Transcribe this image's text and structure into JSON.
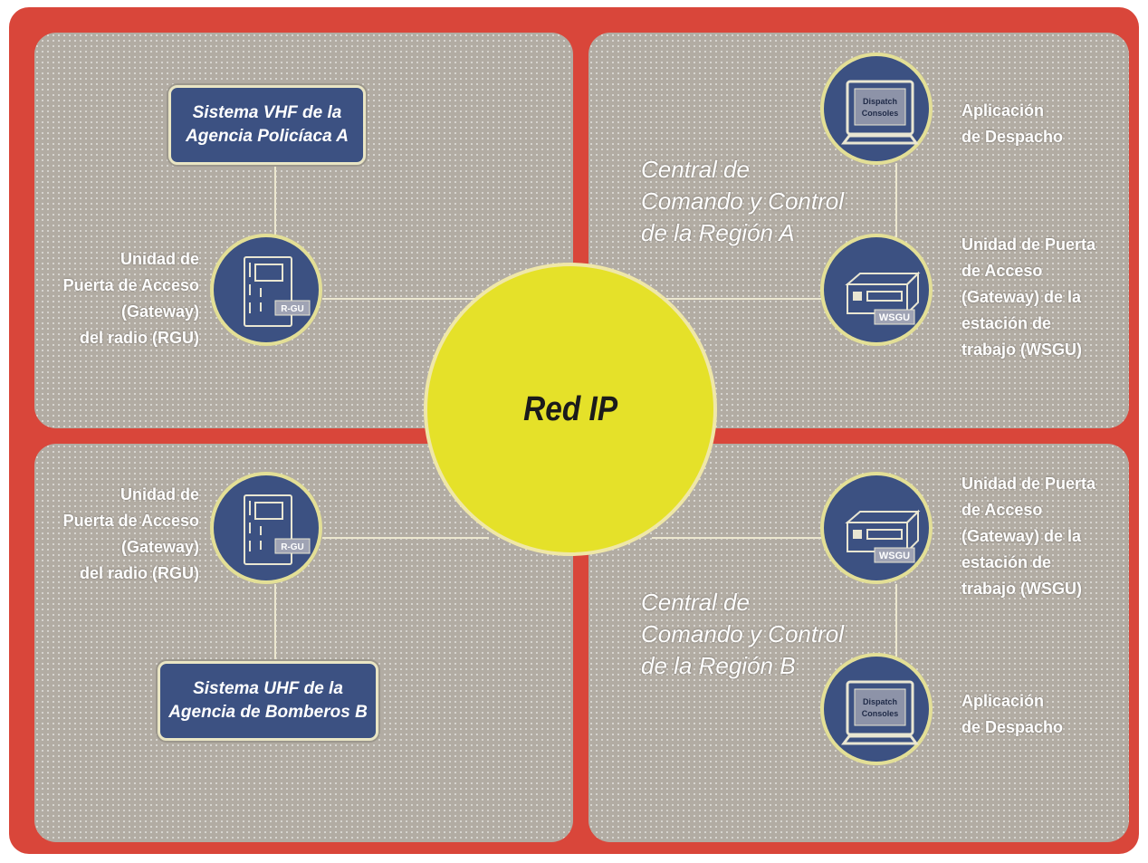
{
  "hub": {
    "label": "Red IP"
  },
  "systems": {
    "vhf": {
      "line1": "Sistema VHF de la",
      "line2": "Agencia Policíaca A"
    },
    "uhf": {
      "line1": "Sistema UHF de la",
      "line2": "Agencia de Bomberos B"
    }
  },
  "rgu_label": {
    "l1": "Unidad de",
    "l2": "Puerta de Acceso",
    "l3": "(Gateway)",
    "l4": "del radio (RGU)"
  },
  "wsgu_label": {
    "l1": "Unidad de Puerta",
    "l2": "de Acceso",
    "l3": "(Gateway) de la",
    "l4": "estación de",
    "l5": "trabajo (WSGU)"
  },
  "despacho_label": {
    "l1": "Aplicación",
    "l2": "de Despacho"
  },
  "region_a": {
    "l1": "Central de",
    "l2": "Comando y Control",
    "l3": "de la Región A"
  },
  "region_b": {
    "l1": "Central de",
    "l2": "Comando y Control",
    "l3": "de la Región B"
  },
  "icons": {
    "rgu_badge": "R-GU",
    "wsgu_badge": "WSGU",
    "console_screen_l1": "Dispatch",
    "console_screen_l2": "Consoles"
  },
  "colors": {
    "frame": "#d9463a",
    "panel": "#b2aca3",
    "node": "#3c5182",
    "hub": "#e5e129"
  }
}
